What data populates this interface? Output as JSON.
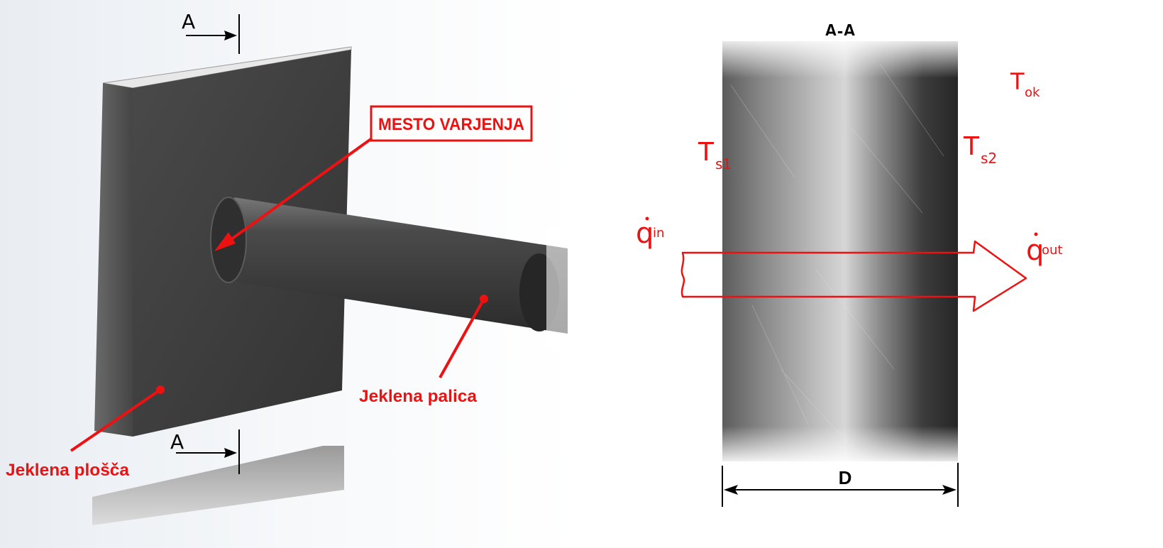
{
  "left_view": {
    "section_marker_top": "A",
    "section_marker_bottom": "A",
    "weld_label": "MESTO VARJENJA",
    "rod_label": "Jeklena palica",
    "plate_label": "Jeklena plošča"
  },
  "section_view": {
    "title": "A-A",
    "diameter_label": "D",
    "temp_ambient": {
      "main": "T",
      "sub": "ok"
    },
    "temp_surface_left": {
      "main": "T",
      "sub": "s1"
    },
    "temp_surface_right": {
      "main": "T",
      "sub": "s2"
    },
    "heat_in": {
      "main": "q",
      "sub": "in"
    },
    "heat_out": {
      "main": "q",
      "sub": "out"
    }
  },
  "colors": {
    "annotation_red": "#ee1111",
    "steel_dark": "#3a3a3a",
    "steel_light": "#c9c9c9"
  }
}
